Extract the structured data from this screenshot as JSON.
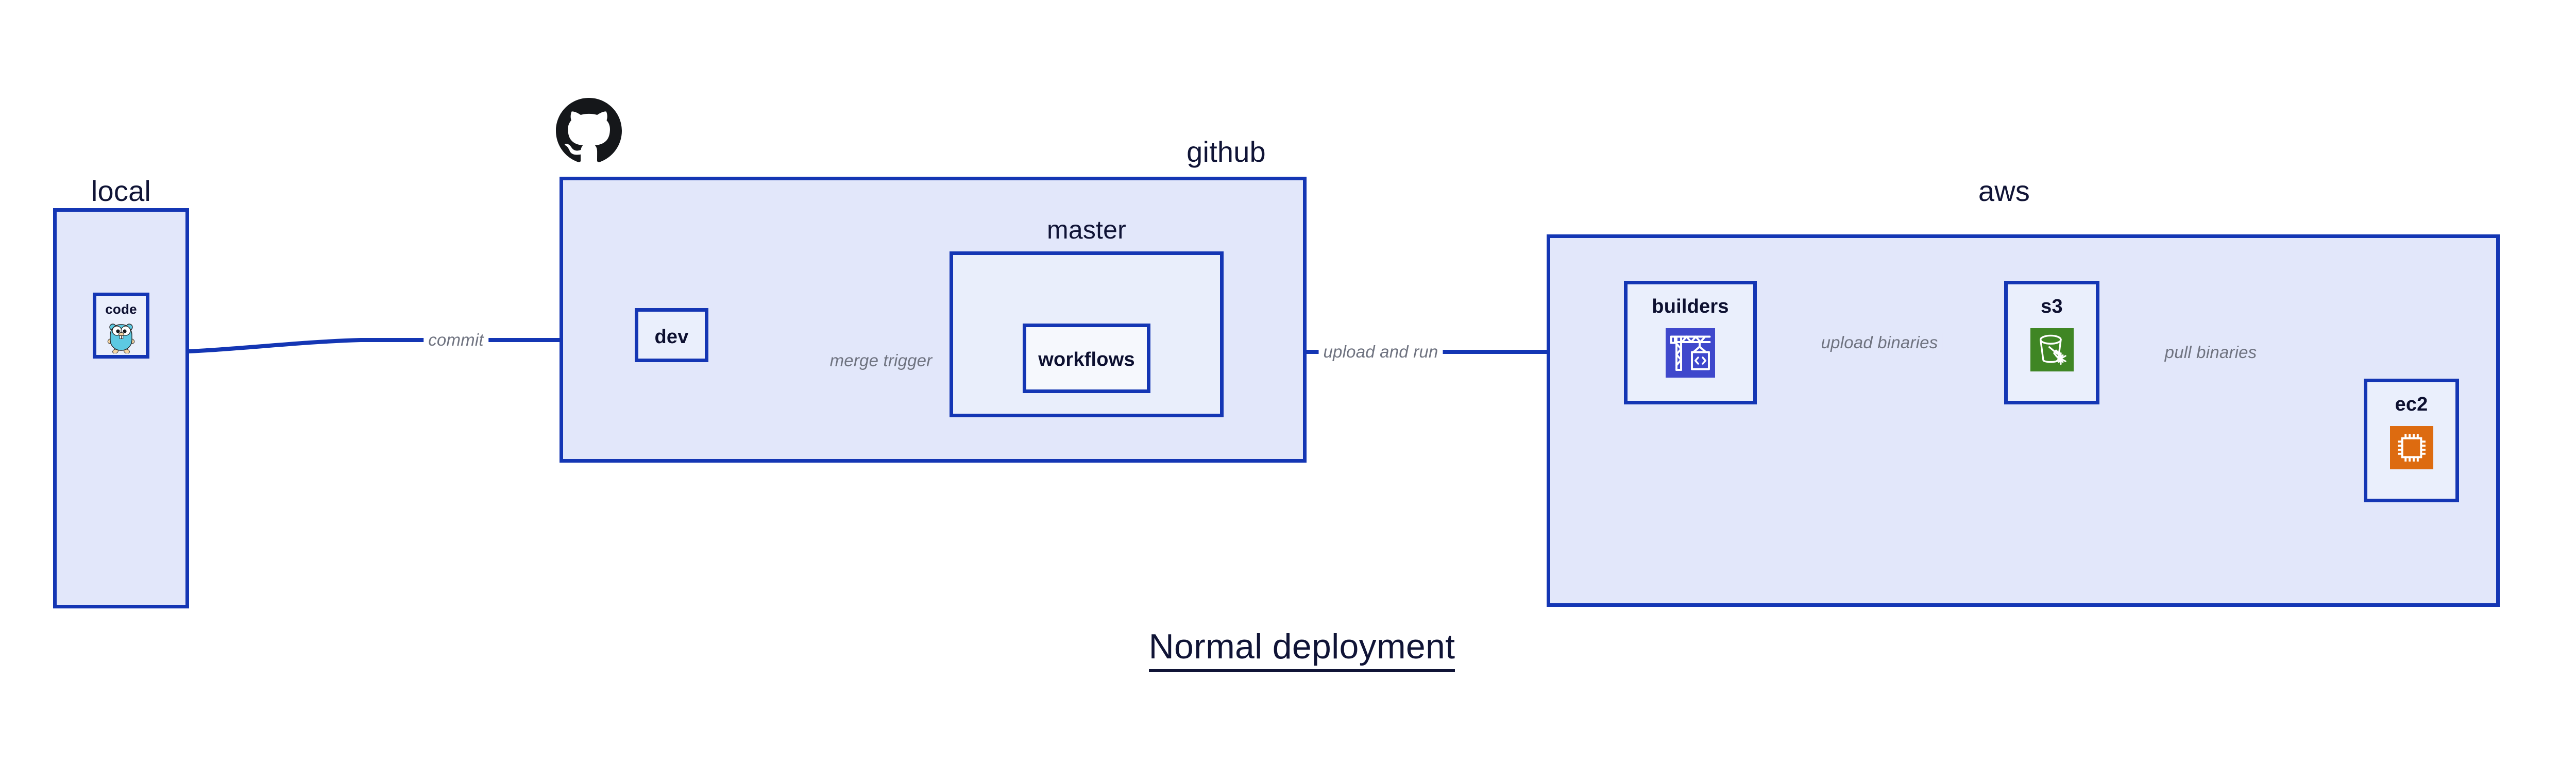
{
  "diagram": {
    "title": "Normal deployment",
    "colors": {
      "group_fill": "#e2e7fa",
      "subgroup_fill": "#e9eefb",
      "node_fill": "#eaeffc",
      "node_fill_white": "#f6f8fd",
      "border": "#1436b4",
      "edge_line": "#1436b4",
      "edge_label_text": "#6f7380",
      "title_text": "#101436",
      "codebuild_icon_bg": "#3f48cc",
      "s3_icon_bg": "#3f8624",
      "ec2_icon_bg": "#dd6b10",
      "gopher_body": "#5dc9e2",
      "gopher_limb": "#f5d4a0",
      "github_black": "#15171a",
      "page_background": "#ffffff"
    },
    "groups": [
      {
        "id": "local",
        "label": "local",
        "label_position": "top-center"
      },
      {
        "id": "github",
        "label": "github",
        "label_position": "top-right",
        "badge_icon": "github-octocat-icon"
      },
      {
        "id": "aws",
        "label": "aws",
        "label_position": "top-right"
      }
    ],
    "subgroups": [
      {
        "id": "master",
        "label": "master",
        "parent": "github",
        "label_position": "top-center"
      }
    ],
    "nodes": [
      {
        "id": "code",
        "label": "code",
        "parent": "local",
        "icon": "go-gopher-icon"
      },
      {
        "id": "dev",
        "label": "dev",
        "parent": "github",
        "icon": null
      },
      {
        "id": "workflows",
        "label": "workflows",
        "parent": "master",
        "icon": null
      },
      {
        "id": "builders",
        "label": "builders",
        "parent": "aws",
        "icon": "aws-codebuild-icon"
      },
      {
        "id": "s3",
        "label": "s3",
        "parent": "aws",
        "icon": "aws-s3-glacier-icon"
      },
      {
        "id": "ec2",
        "label": "ec2",
        "parent": "aws",
        "icon": "aws-ec2-icon"
      }
    ],
    "edges": [
      {
        "id": "commit",
        "from": "code",
        "to": "dev",
        "label": "commit",
        "style": "curved"
      },
      {
        "id": "merge-trigger",
        "from": "dev",
        "to": "workflows",
        "label": "merge trigger",
        "style": "straight"
      },
      {
        "id": "upload-and-run",
        "from": "workflows",
        "to": "builders",
        "label": "upload and run",
        "style": "straight"
      },
      {
        "id": "upload-binaries",
        "from": "builders",
        "to": "s3",
        "label": "upload binaries",
        "style": "straight"
      },
      {
        "id": "pull-binaries",
        "from": "s3",
        "to": "ec2",
        "label": "pull binaries",
        "style": "curved"
      }
    ]
  }
}
